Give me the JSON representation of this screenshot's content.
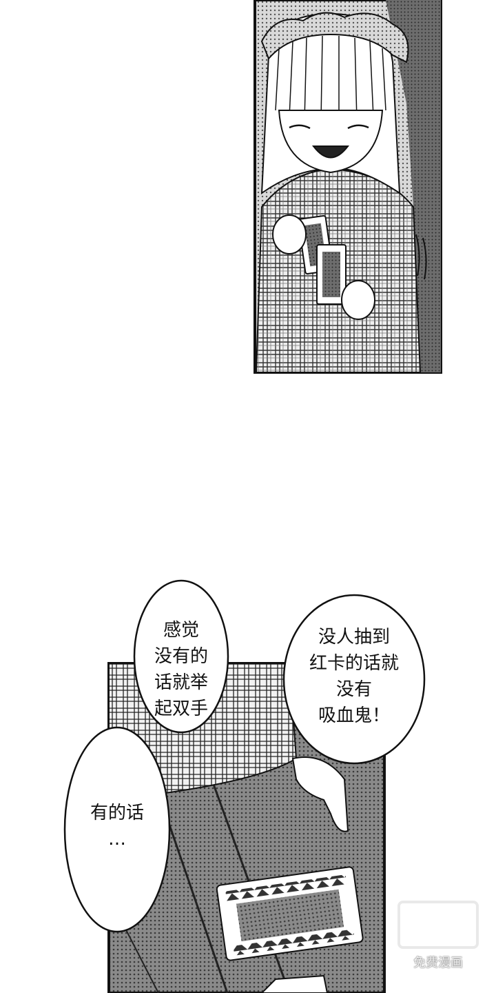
{
  "bubbles": [
    {
      "text": "感觉\n没有的\n话就举\n起双手"
    },
    {
      "text": "没人抽到\n红卡的话就\n没有\n吸血鬼！"
    },
    {
      "text": "有的话\n…"
    }
  ],
  "watermark": {
    "sub": "免费漫画"
  }
}
